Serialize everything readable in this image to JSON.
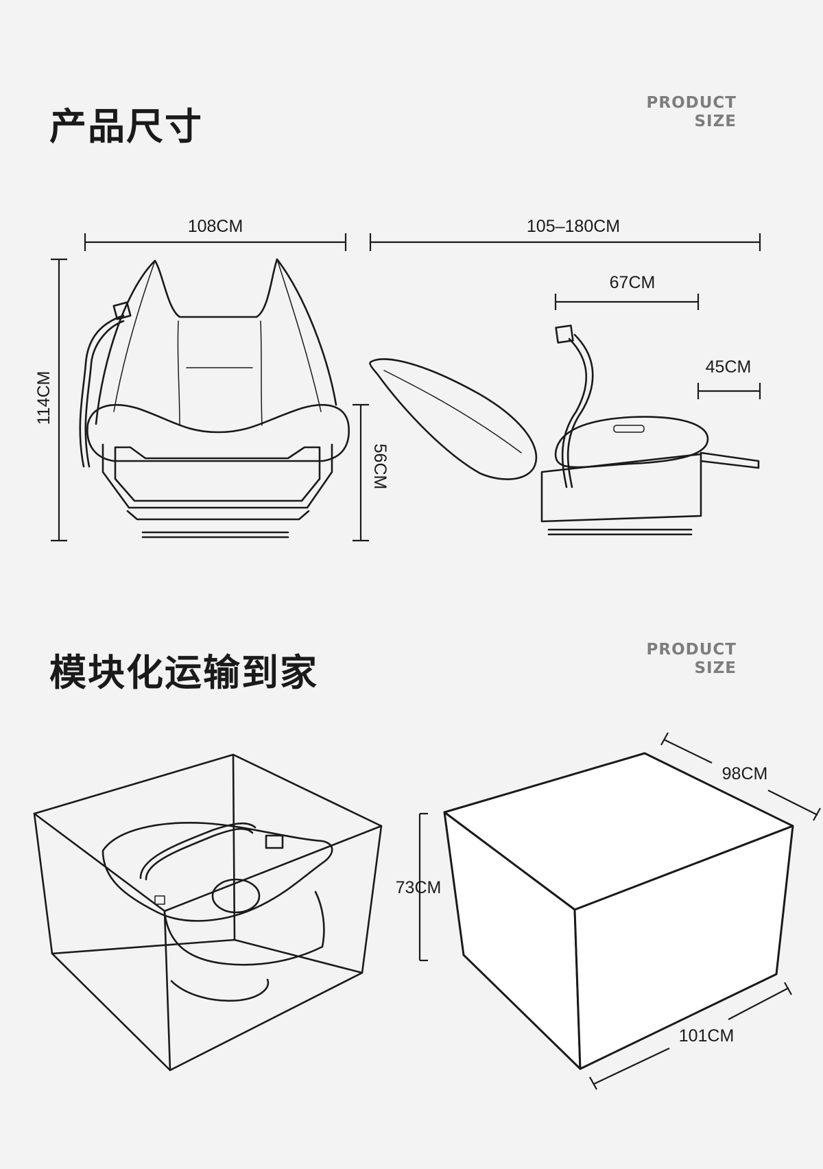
{
  "section1": {
    "title": "产品尺寸",
    "en_line1": "PRODUCT",
    "en_line2": "SIZE",
    "dims": {
      "front_width": "108CM",
      "total_height": "114CM",
      "base_height": "56CM",
      "side_length": "105–180CM",
      "basin_length": "67CM",
      "depth": "45CM"
    }
  },
  "section2": {
    "title": "模块化运输到家",
    "en_line1": "PRODUCT",
    "en_line2": "SIZE",
    "dims": {
      "box_height": "73CM",
      "box_depth": "98CM",
      "box_width": "101CM"
    }
  }
}
